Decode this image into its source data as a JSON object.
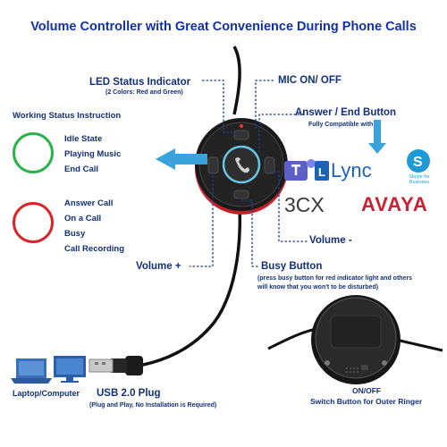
{
  "title": "Volume Controller with Great Convenience During Phone Calls",
  "led": {
    "label": "LED Status Indicator",
    "sub": "(2 Colors: Red and Green)"
  },
  "mic": {
    "label": "MIC ON/ OFF"
  },
  "answer": {
    "label": "Answer / End Button",
    "sub": "Fully Compatible with"
  },
  "working": {
    "title": "Working Status Instruction",
    "green_states": [
      "Idle State",
      "Playing Music",
      "End Call"
    ],
    "red_states": [
      "Answer Call",
      "On a Call",
      "Busy",
      "Call Recording"
    ]
  },
  "volume_minus": "Volume -",
  "volume_plus": "Volume +",
  "busy": {
    "label": "Busy Button",
    "sub1": "(press busy button for red indicator light and others",
    "sub2": "will know that you won't to be disturbed)"
  },
  "laptop": "Laptop/Computer",
  "usb": {
    "label": "USB 2.0 Plug",
    "sub": "(Plug and Play, No Installation is Required)"
  },
  "switch": {
    "label1": "ON/OFF",
    "label2": "Switch Button for Outer Ringer"
  },
  "logos": {
    "lync": "Lync",
    "skype": "Skype for Business",
    "cx": "3CX",
    "avaya": "AVAYA"
  },
  "colors": {
    "label": "#12307a",
    "title": "#1232a0",
    "green": "#2bb24c",
    "red": "#d9242b",
    "arrow": "#3aa3db",
    "avaya": "#cc1f2f"
  }
}
